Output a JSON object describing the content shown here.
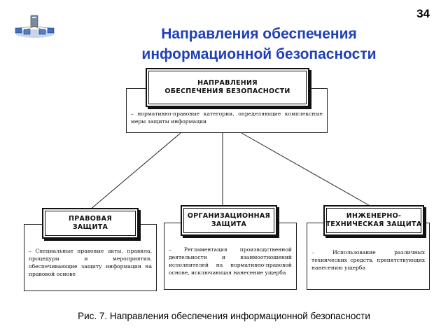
{
  "slide": {
    "number": "34"
  },
  "title": {
    "line1": "Направления обеспечения",
    "line2": "информационной безопасности"
  },
  "diagram": {
    "root": {
      "title_line1": "НАПРАВЛЕНИЯ",
      "title_line2": "ОБЕСПЕЧЕНИЯ   БЕЗОПАСНОСТИ",
      "description": "– нормативно-правовые категории, определяющие комплексные меры защиты информации"
    },
    "branches": [
      {
        "title_line1": "ПРАВОВАЯ",
        "title_line2": "ЗАЩИТА",
        "description": "– Специальные правовые акты, правила, процедуры и мероприятия, обеспечивающие защиту информации на правовой основе"
      },
      {
        "title_line1": "ОРГАНИЗАЦИОННАЯ",
        "title_line2": "ЗАЩИТА",
        "description": "– Регламентация производственной деятельности и взаимоотношений исполнителей на нормативно-правовой основе, исключающая нанесение ущерба"
      },
      {
        "title_line1": "ИНЖЕНЕРНО-",
        "title_line2": "ТЕХНИЧЕСКАЯ  ЗАЩИТА",
        "description": "– Использование различных технических средств, препятствующих нанесению ущерба"
      }
    ]
  },
  "caption": "Рис. 7. Направления обеспечения информационной безопасности",
  "colors": {
    "title": "#1f3fb8",
    "lines": "#111111"
  },
  "icons": {
    "logo": "network-computers-icon"
  }
}
